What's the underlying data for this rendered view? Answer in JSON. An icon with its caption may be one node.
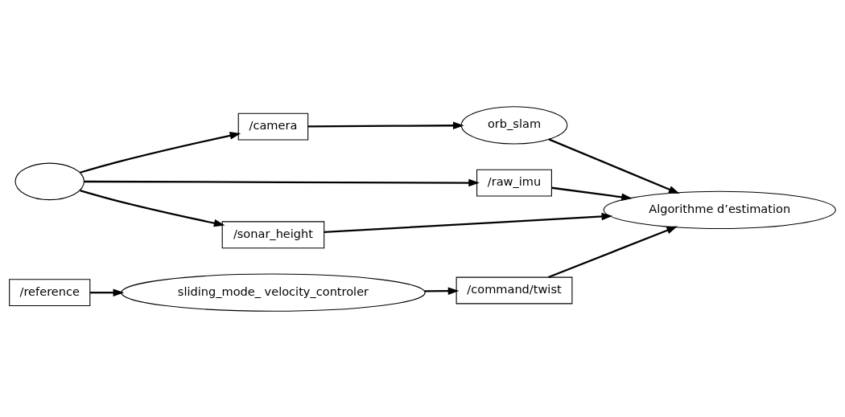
{
  "diagram": {
    "nodes": [
      {
        "text": [],
        "shape": "ellipse"
      },
      {
        "text": [
          "/camera"
        ]
      },
      {
        "text": [
          "orb_slam"
        ]
      },
      {
        "text": [
          "/raw_imu"
        ]
      },
      {
        "text": [
          "Algorithme d’estimation"
        ]
      },
      {
        "text": [
          "/sonar_height"
        ]
      },
      {
        "text": [
          "/reference"
        ]
      },
      {
        "text": [
          "sliding_mode_ velocity_controler"
        ]
      },
      {
        "text": [
          "/command/twist"
        ]
      }
    ],
    "edges": [
      {
        "from": 0,
        "to": 1,
        "arrow": "to"
      },
      {
        "from": 1,
        "to": 2,
        "arrow": "to"
      },
      {
        "from": 2,
        "to": 4,
        "arrow": "to"
      },
      {
        "from": 0,
        "to": 3,
        "arrow": "to"
      },
      {
        "from": 3,
        "to": 4,
        "arrow": "to"
      },
      {
        "from": 0,
        "to": 5,
        "arrow": "to"
      },
      {
        "from": 5,
        "to": 4,
        "arrow": "to"
      },
      {
        "from": 6,
        "to": 7,
        "arrow": "to"
      },
      {
        "from": 7,
        "to": 8,
        "arrow": "to"
      },
      {
        "from": 8,
        "to": 4,
        "arrow": "to"
      }
    ]
  }
}
